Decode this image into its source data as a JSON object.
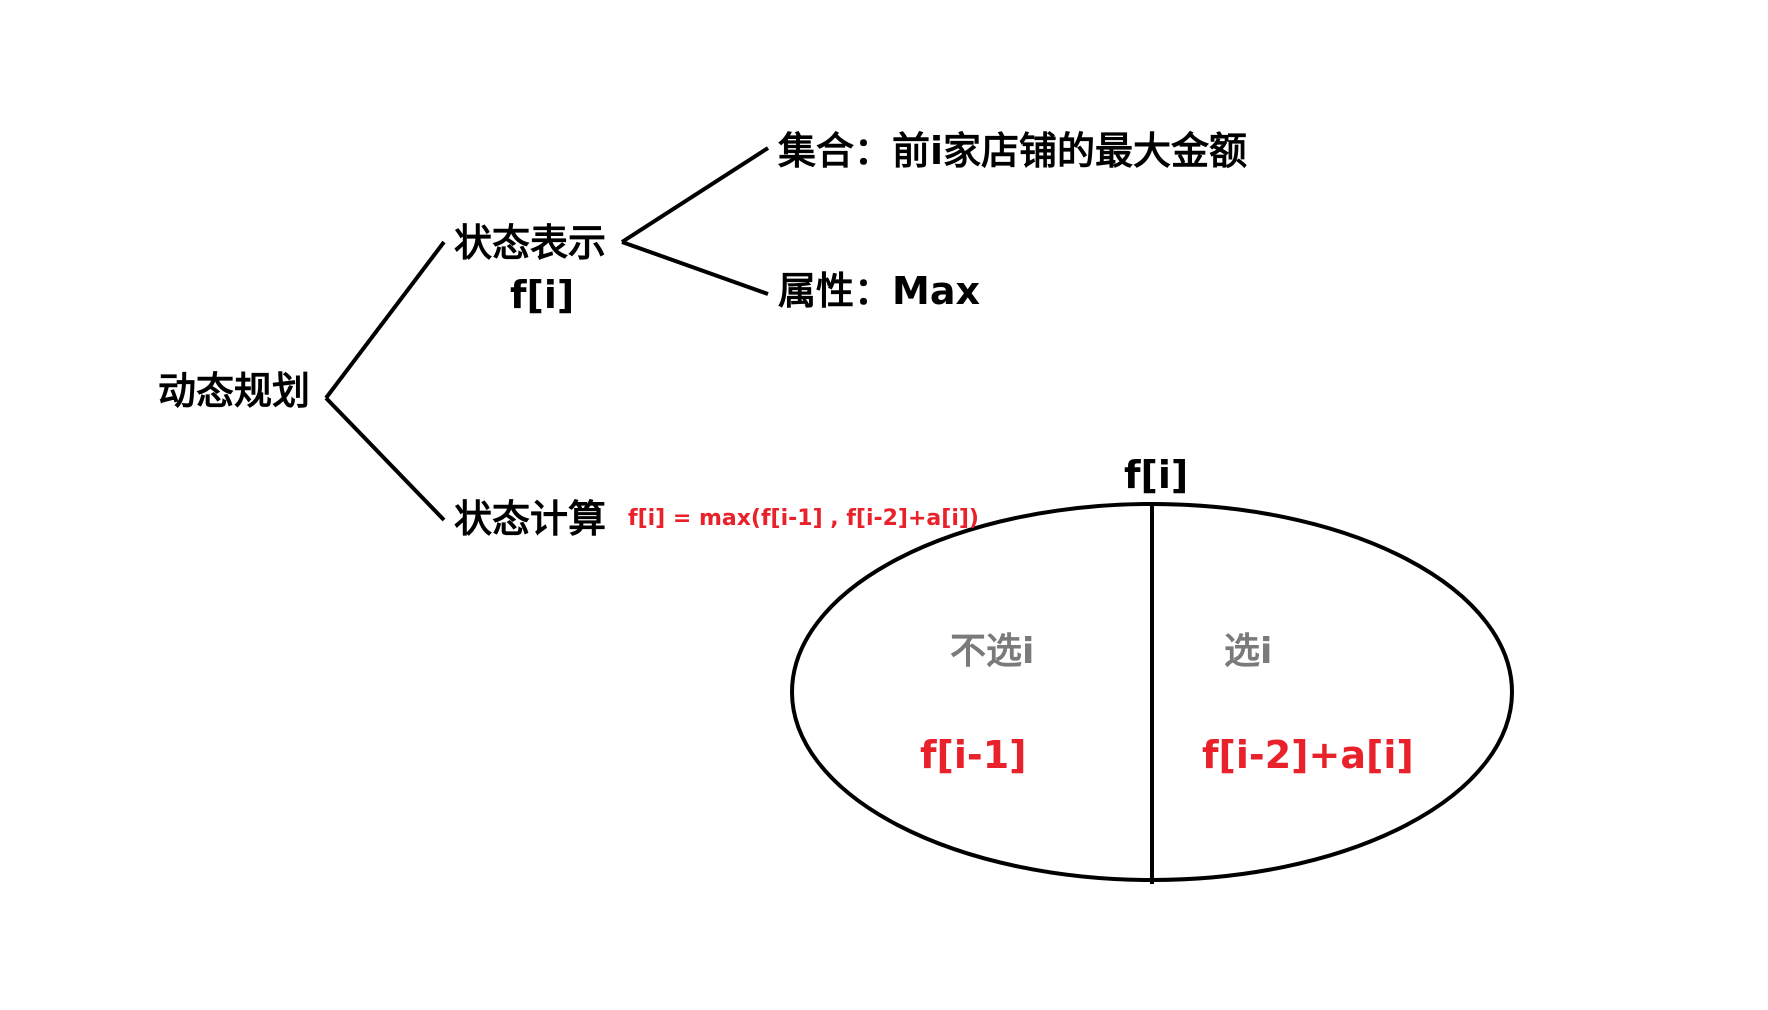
{
  "tree": {
    "root": "动态规划",
    "state_repr": {
      "line1": "状态表示",
      "line2": "f[i]"
    },
    "set": "集合：前i家店铺的最大金额",
    "attr": "属性：Max",
    "state_calc": "状态计算",
    "formula": "f[i] = max(f[i-1] , f[i-2]+a[i])"
  },
  "ellipse": {
    "title": "f[i]",
    "left_title": "不选i",
    "left_value": "f[i-1]",
    "right_title": "选i",
    "right_value": "f[i-2]+a[i]"
  },
  "colors": {
    "line": "#000000",
    "accent": "#e8212b",
    "muted": "#7a7a7a"
  }
}
